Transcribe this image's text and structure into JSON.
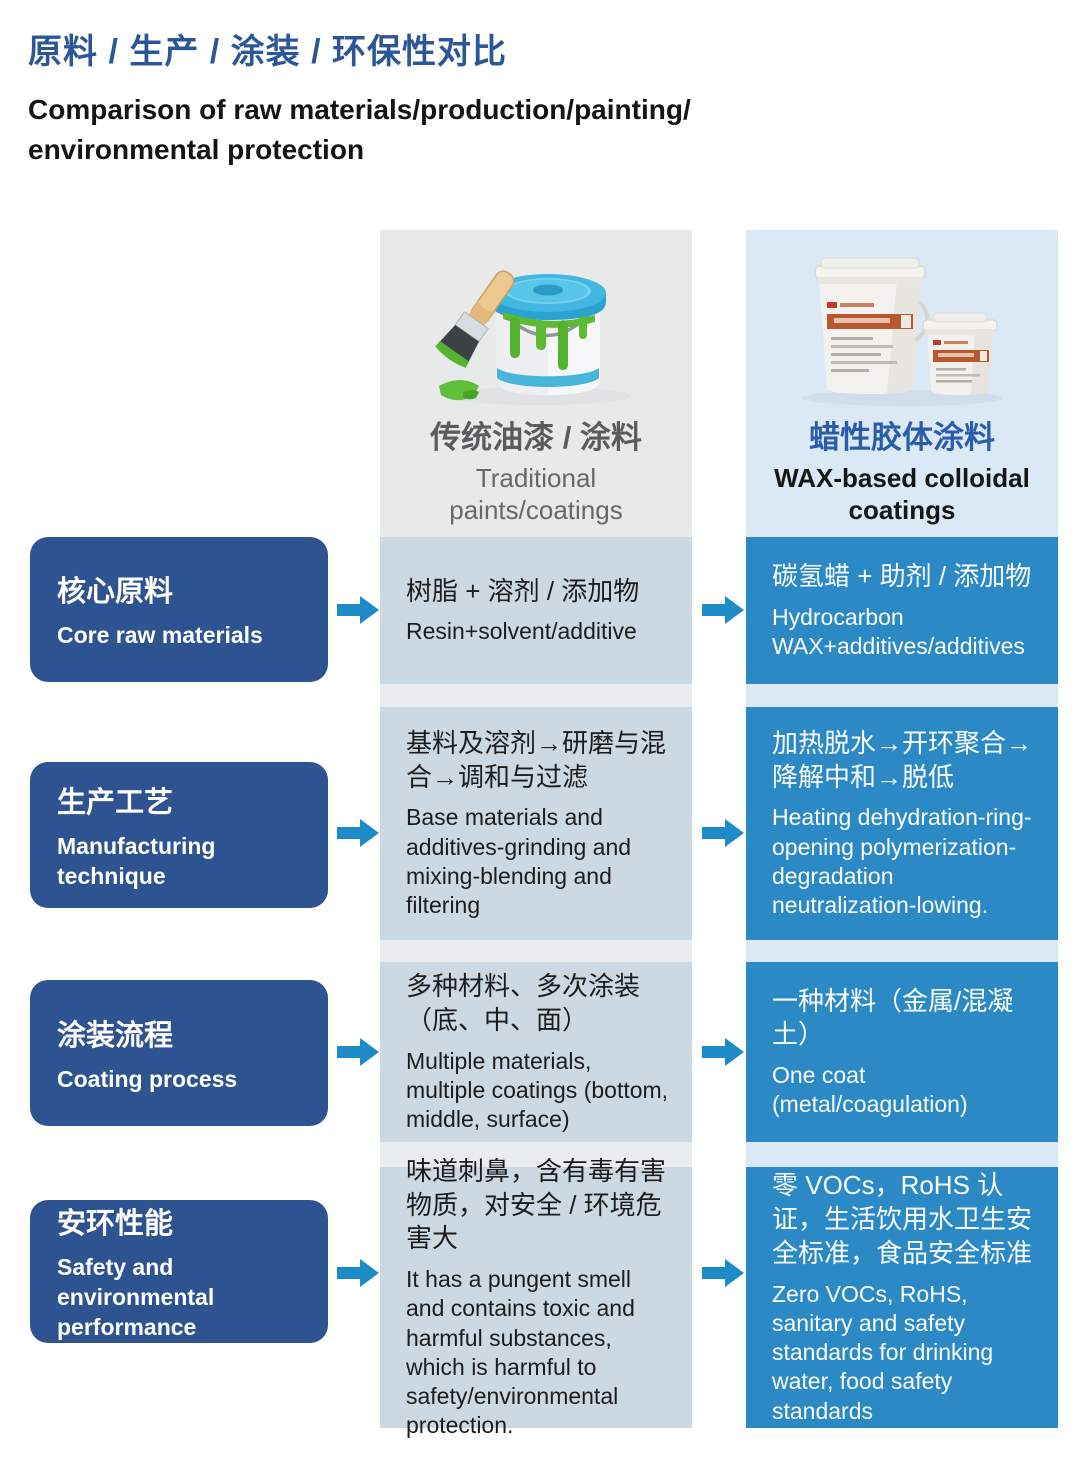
{
  "header": {
    "title_cn": "原料 / 生产 / 涂装 / 环保性对比",
    "subtitle_line1": "Comparison of raw materials/production/painting/",
    "subtitle_line2": "environmental protection"
  },
  "columns": {
    "traditional": {
      "title_cn": "传统油漆 / 涂料",
      "title_en": "Traditional paints/coatings",
      "illustration": "paint-can-with-brush"
    },
    "wax": {
      "title_cn": "蜡性胶体涂料",
      "title_en": "WAX-based colloidal coatings",
      "illustration": "two-white-buckets"
    }
  },
  "rows": [
    {
      "label_cn": "核心原料",
      "label_en": "Core raw materials",
      "traditional_cn": "树脂 + 溶剂 / 添加物",
      "traditional_en": "Resin+solvent/additive",
      "wax_cn": "碳氢蜡 + 助剂 / 添加物",
      "wax_en": "Hydrocarbon WAX+additives/additives"
    },
    {
      "label_cn": "生产工艺",
      "label_en": "Manufacturing technique",
      "traditional_cn": "基料及溶剂→研磨与混合→调和与过滤",
      "traditional_en": "Base materials and additives-grinding and mixing-blending and filtering",
      "wax_cn": "加热脱水→开环聚合→降解中和→脱低",
      "wax_en": "Heating dehydration-ring-opening polymerization-degradation neutralization-lowing."
    },
    {
      "label_cn": "涂装流程",
      "label_en": "Coating process",
      "traditional_cn": "多种材料、多次涂装（底、中、面）",
      "traditional_en": "Multiple materials, multiple coatings (bottom, middle, surface)",
      "wax_cn": "一种材料（金属/混凝土）",
      "wax_en": "One coat (metal/coagulation)"
    },
    {
      "label_cn": "安环性能",
      "label_en": "Safety and environmental performance",
      "traditional_cn": "味道刺鼻，含有毒有害物质，对安全 / 环境危害大",
      "traditional_en": "It has a pungent smell and contains toxic and harmful substances, which is harmful to safety/environmental protection.",
      "wax_cn": "零 VOCs，RoHS 认证，生活饮用水卫生安全标准，食品安全标准",
      "wax_en": "Zero VOCs, RoHS, sanitary and safety standards for drinking water, food safety standards"
    }
  ],
  "colors": {
    "title_blue": "#2b5797",
    "label_box_blue": "#2d5391",
    "wax_cell_blue": "#2b8ac5",
    "traditional_cell": "#cdd9e2",
    "wax_column_bg": "#dbe8f5",
    "traditional_column_bg": "#e8e9e9",
    "arrow_blue": "#1e8bc9",
    "wax_header_text": "#2b5caa"
  }
}
